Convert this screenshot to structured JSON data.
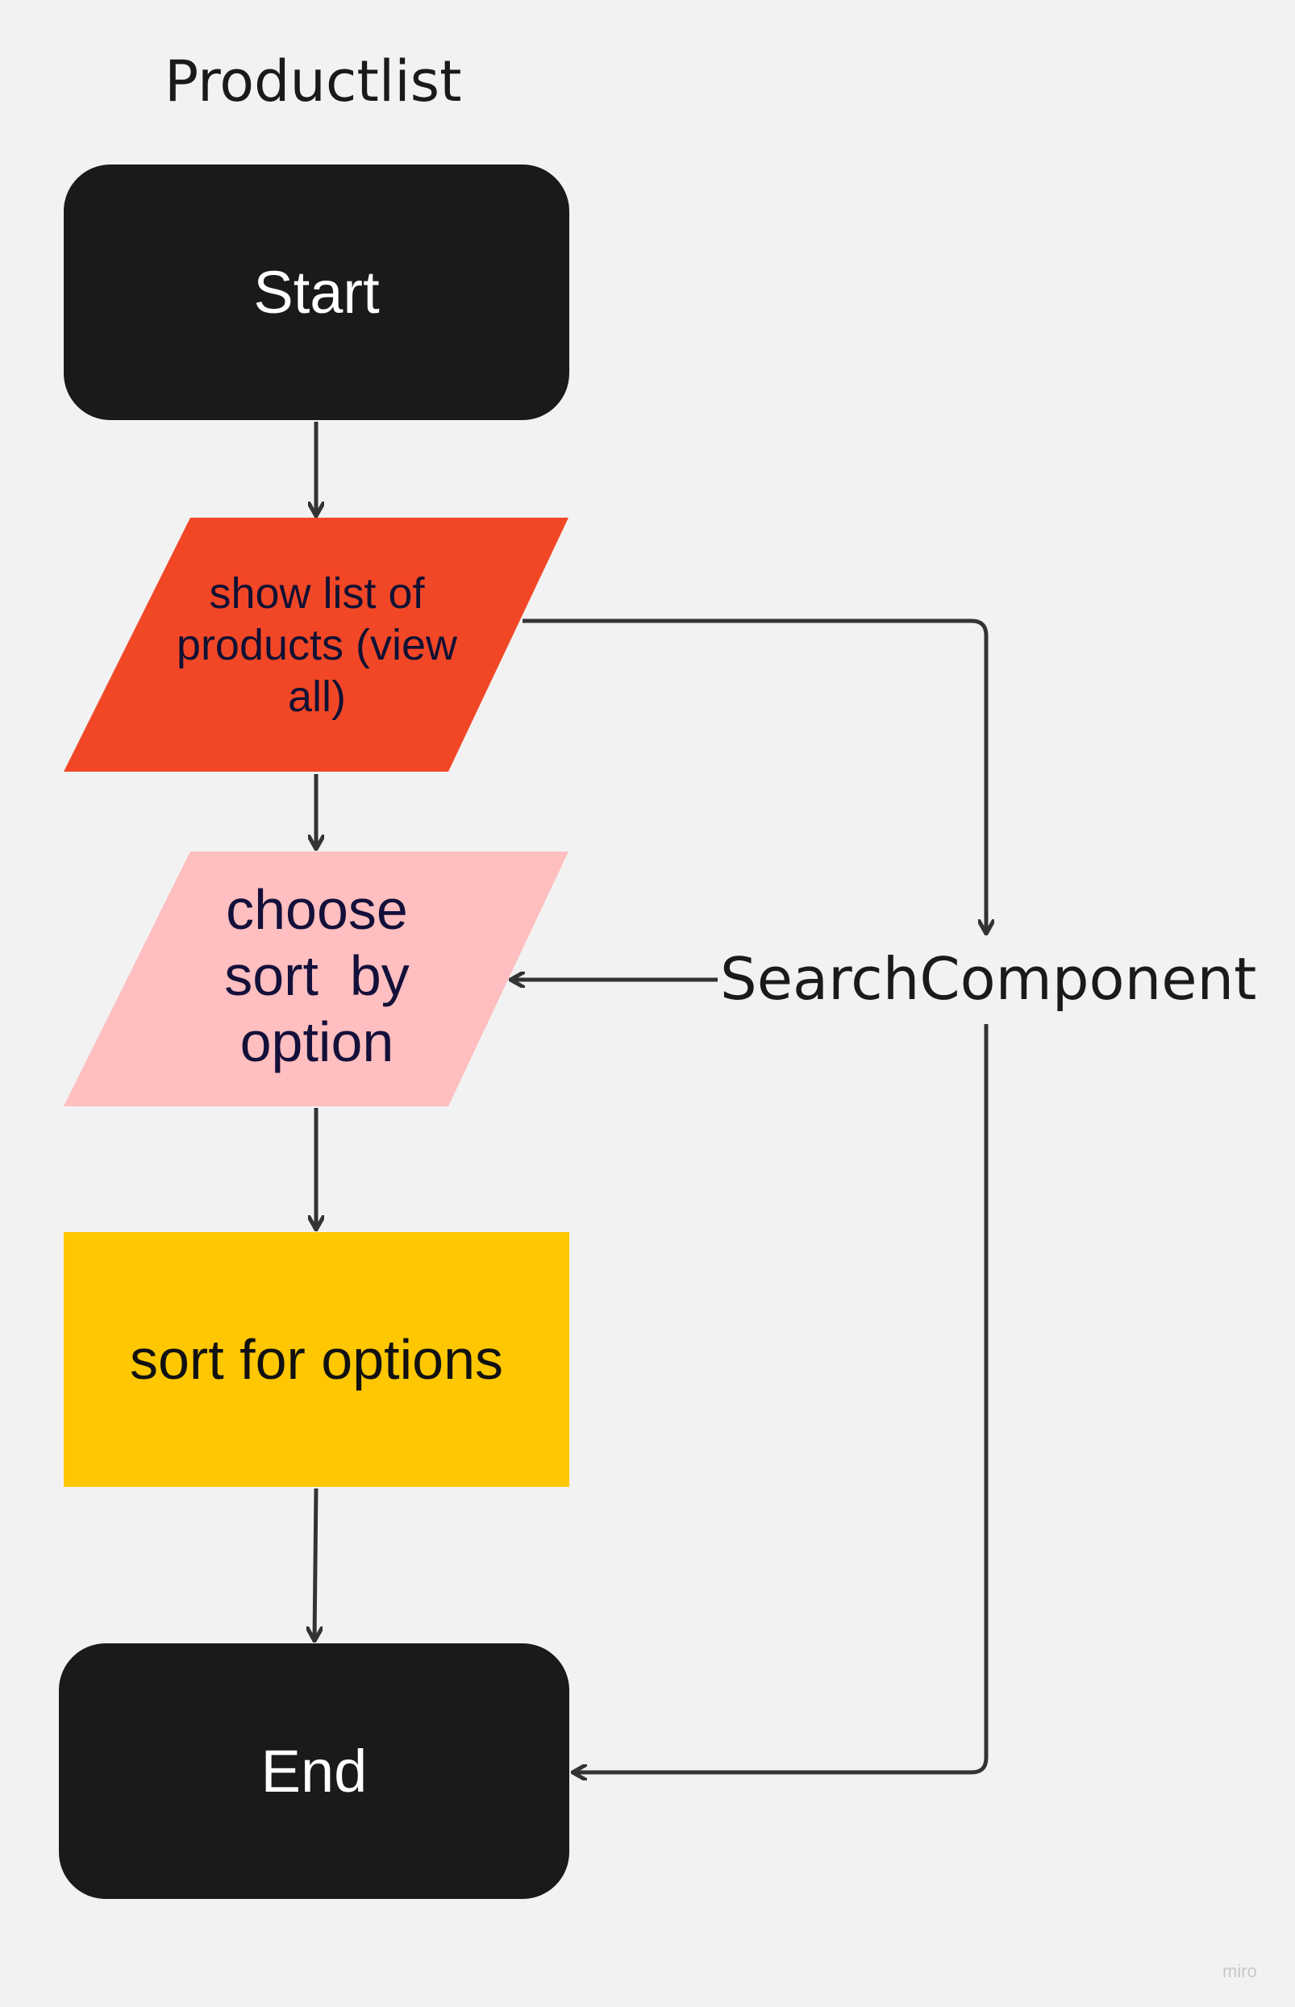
{
  "diagram": {
    "title": "Productlist",
    "nodes": {
      "start": "Start",
      "show_list": "show list of products (view all)",
      "choose_sort": "choose\nsort  by\noption",
      "sort_options": "sort for options",
      "end": "End",
      "search_component": "SearchComponent"
    },
    "watermark": "miro",
    "colors": {
      "background": "#f2f2f2",
      "terminal": "#1a1a1a",
      "show_list": "#f24726",
      "choose_sort": "#ffbebf",
      "sort_options": "#fec700",
      "arrow": "#333333"
    }
  }
}
